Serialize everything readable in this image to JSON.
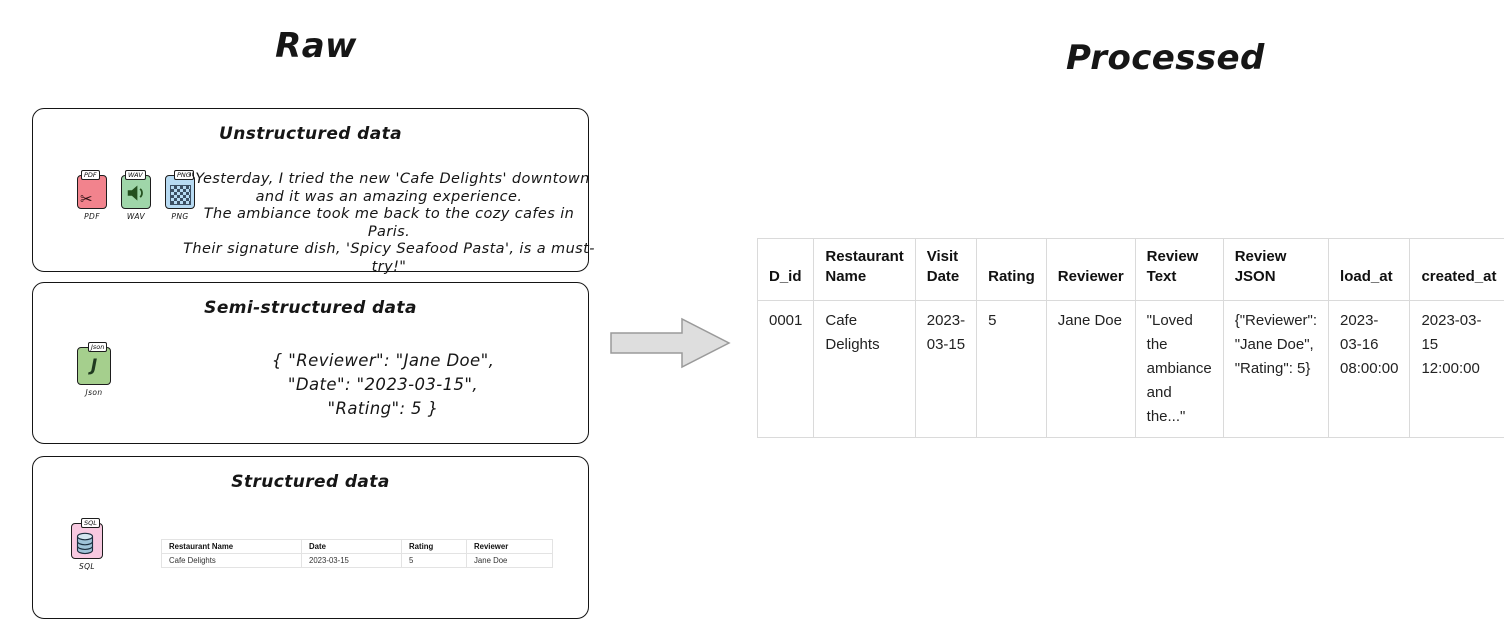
{
  "headers": {
    "raw": "Raw",
    "processed": "Processed"
  },
  "raw": {
    "unstructured": {
      "title": "Unstructured data",
      "icons": [
        {
          "badge": "PDF",
          "label": "PDF"
        },
        {
          "badge": "WAV",
          "label": "WAV"
        },
        {
          "badge": "PNG",
          "label": "PNG"
        }
      ],
      "lines": [
        "\"Yesterday, I tried the new 'Cafe Delights' downtown",
        "and it was an amazing experience.",
        "The ambiance took me back to the cozy cafes in Paris.",
        "Their signature dish, 'Spicy Seafood Pasta', is a must-try!\""
      ]
    },
    "semi_structured": {
      "title": "Semi-structured data",
      "icon": {
        "badge": "Json",
        "letter": "J",
        "label": "Json"
      },
      "lines": [
        "{  \"Reviewer\": \"Jane Doe\",",
        "\"Date\": \"2023-03-15\",",
        "\"Rating\": 5   }"
      ]
    },
    "structured": {
      "title": "Structured data",
      "icon": {
        "badge": "SQL",
        "label": "SQL"
      },
      "table": {
        "headers": [
          "Restaurant Name",
          "Date",
          "Rating",
          "Reviewer"
        ],
        "row": [
          "Cafe Delights",
          "2023-03-15",
          "5",
          "Jane Doe"
        ]
      }
    }
  },
  "processed": {
    "table": {
      "headers": [
        "D_id",
        "Restaurant Name",
        "Visit Date",
        "Rating",
        "Reviewer",
        "Review Text",
        "Review JSON",
        "load_at",
        "created_at"
      ],
      "row": [
        "0001",
        "Cafe Delights",
        "2023-03-15",
        "5",
        "Jane Doe",
        "\"Loved the ambiance and the...\"",
        "{\"Reviewer\": \"Jane Doe\", \"Rating\": 5}",
        "2023-03-16 08:00:00",
        "2023-03-15 12:00:00"
      ]
    }
  },
  "colors": {
    "accent_arrow": "#dedede",
    "pdf": "#f2838d",
    "wav": "#9fd6a9",
    "png": "#b7daf2",
    "json": "#a5cf8d",
    "sql": "#f7c9e0"
  }
}
